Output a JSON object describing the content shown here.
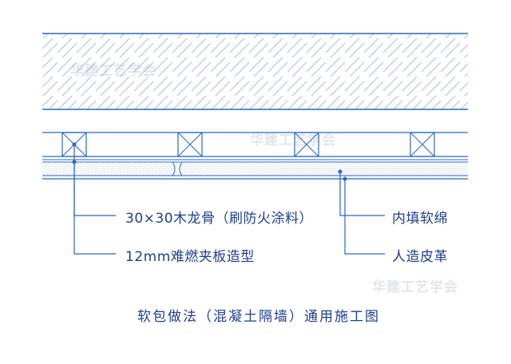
{
  "labels": {
    "keel": "30×30木龙骨（刷防火涂料）",
    "board": "12mm难燃夹板造型",
    "filler": "内填软绵",
    "leather": "人造皮革"
  },
  "caption": "软包做法（混凝土隔墙）通用施工图",
  "watermarks": [
    "华建工艺学会",
    "华建工艺学会",
    "华建工艺学会"
  ],
  "colors": {
    "line": "#2a66c4",
    "text": "#1d3f8f"
  }
}
